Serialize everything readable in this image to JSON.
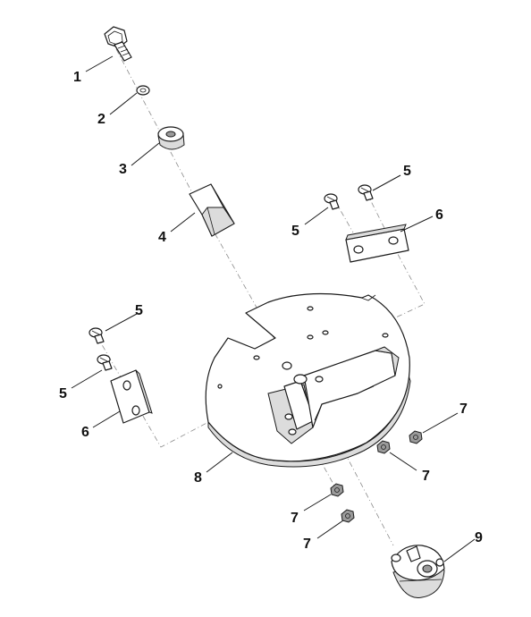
{
  "diagram": {
    "callouts": [
      "1",
      "2",
      "3",
      "4",
      "5",
      "5",
      "5",
      "5",
      "6",
      "6",
      "7",
      "7",
      "7",
      "7",
      "8",
      "9"
    ],
    "colors": {
      "line": "#1a1a1a",
      "centerline": "#8a8a8a",
      "shade": "#dcdcdc",
      "nut": "#9a9a9a"
    }
  }
}
